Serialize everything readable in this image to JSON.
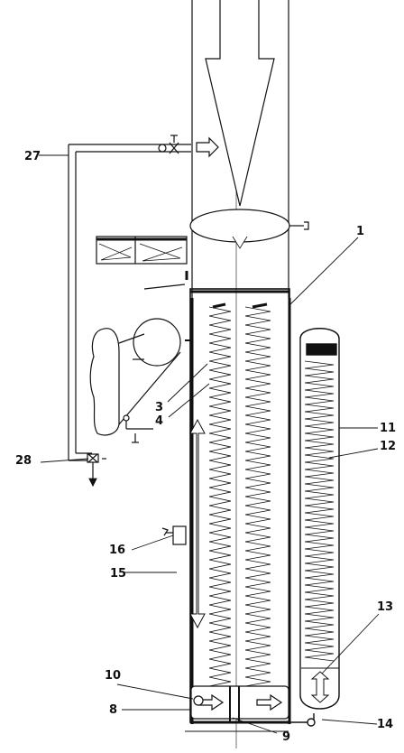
{
  "diagram": {
    "callouts": [
      {
        "id": "label-1",
        "text": "1"
      },
      {
        "id": "label-3",
        "text": "3"
      },
      {
        "id": "label-4",
        "text": "4"
      },
      {
        "id": "label-8",
        "text": "8"
      },
      {
        "id": "label-9",
        "text": "9"
      },
      {
        "id": "label-10",
        "text": "10"
      },
      {
        "id": "label-11",
        "text": "11"
      },
      {
        "id": "label-12",
        "text": "12"
      },
      {
        "id": "label-13",
        "text": "13"
      },
      {
        "id": "label-14",
        "text": "14"
      },
      {
        "id": "label-15",
        "text": "15"
      },
      {
        "id": "label-16",
        "text": "16"
      },
      {
        "id": "label-27",
        "text": "27"
      },
      {
        "id": "label-28",
        "text": "28"
      }
    ],
    "colors": {
      "line": "#111111",
      "background": "#ffffff",
      "cap": "#111111"
    }
  }
}
